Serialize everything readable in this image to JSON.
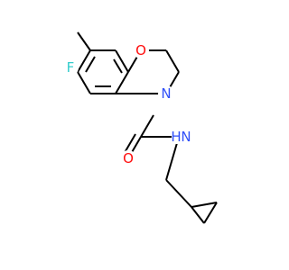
{
  "molecule": {
    "atoms": {
      "fluorine": {
        "symbol": "F",
        "color": "#33CCCC"
      },
      "oxygen_ring": {
        "symbol": "O",
        "color": "#FF0D0D"
      },
      "nitrogen_ring": {
        "symbol": "N",
        "color": "#3050F8"
      },
      "oxygen_carbonyl": {
        "symbol": "O",
        "color": "#FF0D0D"
      },
      "nitrogen_amide": {
        "symbol": "N",
        "color": "#3050F8"
      },
      "hydrogen_amide": {
        "symbol": "H",
        "color": "#3050F8"
      }
    },
    "bond_color": "#000000"
  }
}
